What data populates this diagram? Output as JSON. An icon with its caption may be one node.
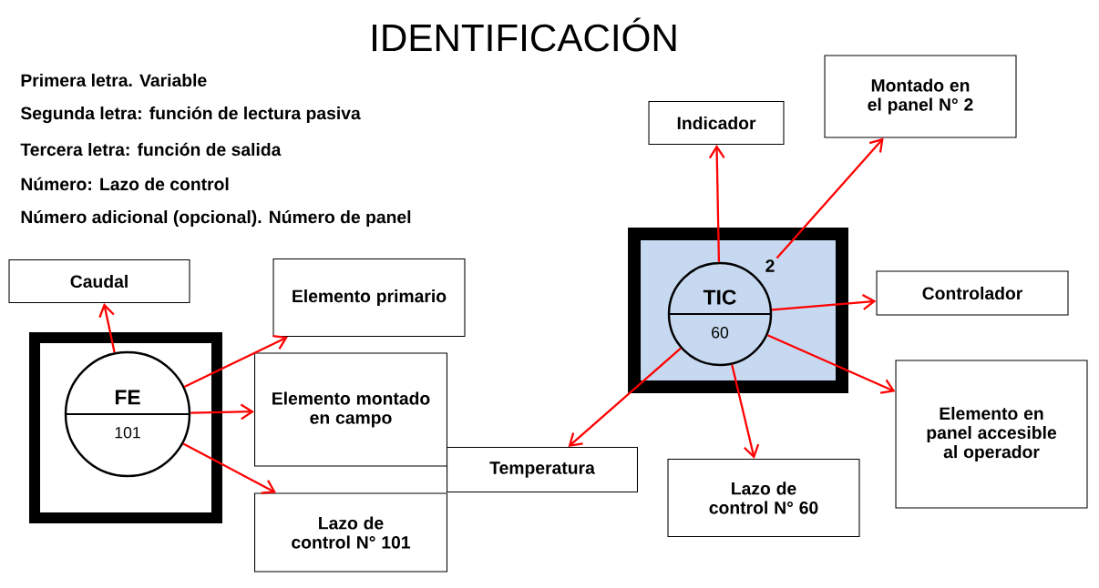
{
  "diagram": {
    "title": "IDENTIFICACIÓN",
    "nodes": [
      {
        "text": [],
        "shape": "box"
      },
      {
        "text": [
          "FE",
          "101"
        ],
        "in": 0
      },
      {
        "text": [
          "Caudal"
        ]
      },
      {
        "text": [
          "Elemento primario"
        ]
      },
      {
        "text": [
          "Elemento montado en campo"
        ]
      },
      {
        "text": [
          "Lazo de control N° 101"
        ]
      },
      {
        "text": [],
        "shape": "box"
      },
      {
        "text": [
          "TIC",
          "60"
        ],
        "in": 6
      },
      {
        "text": [
          "2"
        ],
        "in": 6
      },
      {
        "text": [
          "Indicador"
        ]
      },
      {
        "text": [
          "Montado en el panel N° 2"
        ]
      },
      {
        "text": [
          "Controlador"
        ]
      },
      {
        "text": [
          "Elemento en panel accesible al operador"
        ]
      },
      {
        "text": [
          "Lazo de control N° 60"
        ]
      },
      {
        "text": [
          "Temperatura"
        ]
      }
    ],
    "edges": [
      {
        "from": 1,
        "to": 2,
        "arrow": "to"
      },
      {
        "from": 1,
        "to": 3,
        "arrow": "to"
      },
      {
        "from": 1,
        "to": 4,
        "arrow": "to"
      },
      {
        "from": 1,
        "to": 5,
        "arrow": "to"
      },
      {
        "from": 7,
        "to": 9,
        "arrow": "to"
      },
      {
        "from": 8,
        "to": 10,
        "arrow": "to"
      },
      {
        "from": 7,
        "to": 11,
        "arrow": "to"
      },
      {
        "from": 7,
        "to": 12,
        "arrow": "to"
      },
      {
        "from": 7,
        "to": 13,
        "arrow": "to"
      },
      {
        "from": 7,
        "to": 14,
        "arrow": "to"
      }
    ],
    "labels": [
      "Primera letra. Variable",
      "Segunda letra: función de lectura pasiva",
      "Tercera letra: función de salida",
      "Número: Lazo de control",
      "Número adicional (opcional). Número de panel"
    ]
  }
}
